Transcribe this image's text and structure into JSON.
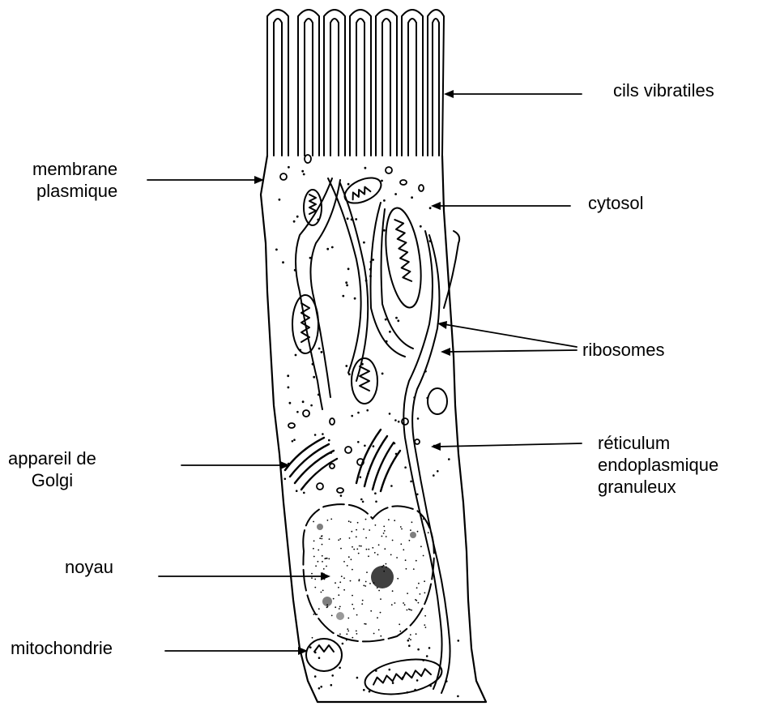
{
  "diagram": {
    "labels": {
      "cils_vibratiles": "cils vibratiles",
      "membrane_plasmique": [
        "membrane",
        "plasmique"
      ],
      "cytosol": "cytosol",
      "ribosomes": "ribosomes",
      "appareil_de_golgi": [
        "appareil de",
        "Golgi"
      ],
      "reticulum": [
        "réticulum",
        "endoplasmique",
        "granuleux"
      ],
      "noyau": "noyau",
      "mitochondrie": "mitochondrie"
    }
  }
}
